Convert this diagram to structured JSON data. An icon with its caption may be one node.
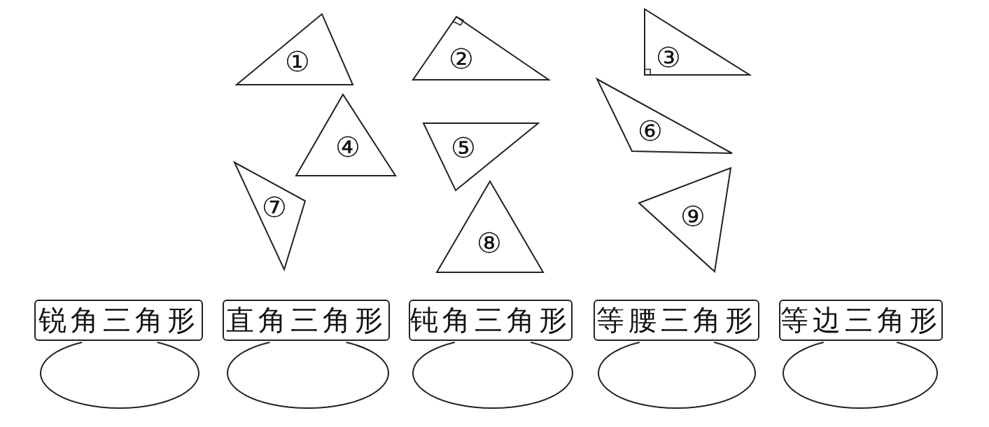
{
  "diagram": {
    "nodes": [
      {
        "text": [
          "①"
        ]
      },
      {
        "text": [
          "②"
        ]
      },
      {
        "text": [
          "③"
        ]
      },
      {
        "text": [
          "④"
        ]
      },
      {
        "text": [
          "⑤"
        ]
      },
      {
        "text": [
          "⑥"
        ]
      },
      {
        "text": [
          "⑦"
        ]
      },
      {
        "text": [
          "⑧"
        ]
      },
      {
        "text": [
          "⑨"
        ]
      },
      {
        "text": [
          "锐角三角形"
        ]
      },
      {
        "text": [],
        "shape": "ellipse"
      },
      {
        "text": [
          "直角三角形"
        ]
      },
      {
        "text": [],
        "shape": "ellipse"
      },
      {
        "text": [
          "钝角三角形"
        ]
      },
      {
        "text": [],
        "shape": "ellipse"
      },
      {
        "text": [
          "等腰三角形"
        ]
      },
      {
        "text": [],
        "shape": "ellipse"
      },
      {
        "text": [
          "等边三角形"
        ]
      },
      {
        "text": [],
        "shape": "ellipse"
      }
    ]
  }
}
